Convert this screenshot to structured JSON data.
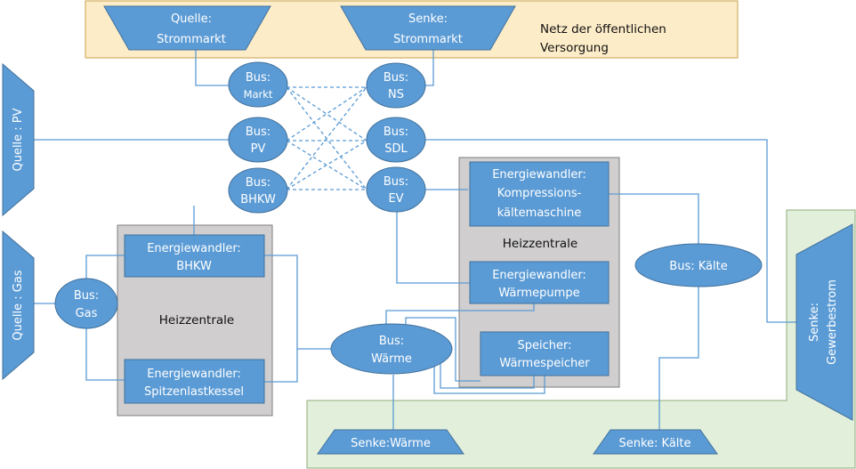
{
  "grid_region": {
    "line1": "Netz der öffentlichen",
    "line2": "Versorgung"
  },
  "source_market": {
    "line1": "Quelle:",
    "line2": "Strommarkt"
  },
  "sink_market": {
    "line1": "Senke:",
    "line2": "Strommarkt"
  },
  "source_pv": "Quelle : PV",
  "source_gas": "Quelle : Gas",
  "sink_commercial": {
    "line1": "Senke:",
    "line2": "Gewerbestrom"
  },
  "sink_heat": "Senke:Wärme",
  "sink_cold": "Senke: Kälte",
  "bus_market": {
    "line1": "Bus:",
    "line2": "Markt"
  },
  "bus_ns": {
    "line1": "Bus:",
    "line2": "NS"
  },
  "bus_pv": {
    "line1": "Bus:",
    "line2": "PV"
  },
  "bus_sdl": {
    "line1": "Bus:",
    "line2": "SDL"
  },
  "bus_bhkw": {
    "line1": "Bus:",
    "line2": "BHKW"
  },
  "bus_ev": {
    "line1": "Bus:",
    "line2": "EV"
  },
  "bus_gas": {
    "line1": "Bus:",
    "line2": "Gas"
  },
  "bus_heat": {
    "line1": "Bus:",
    "line2": "Wärme"
  },
  "bus_cold": "Bus: Kälte",
  "heating_left_label": "Heizzentrale",
  "heating_right_label": "Heizzentrale",
  "conv_bhkw": {
    "line1": "Energiewandler:",
    "line2": "BHKW"
  },
  "conv_peak": {
    "line1": "Energiewandler:",
    "line2": "Spitzenlastkessel"
  },
  "conv_compression": {
    "line1": "Energiewandler:",
    "line2": "Kompressions-",
    "line3": "kältemaschine"
  },
  "conv_heatpump": {
    "line1": "Energiewandler:",
    "line2": "Wärmepumpe"
  },
  "storage_heat": {
    "line1": "Speicher:",
    "line2": "Wärmespeicher"
  },
  "colors": {
    "node": "#5b9bd5",
    "grid_fill": "#fdecc8",
    "consumer_fill": "#e2efda",
    "heating_fill": "#d0cece"
  }
}
